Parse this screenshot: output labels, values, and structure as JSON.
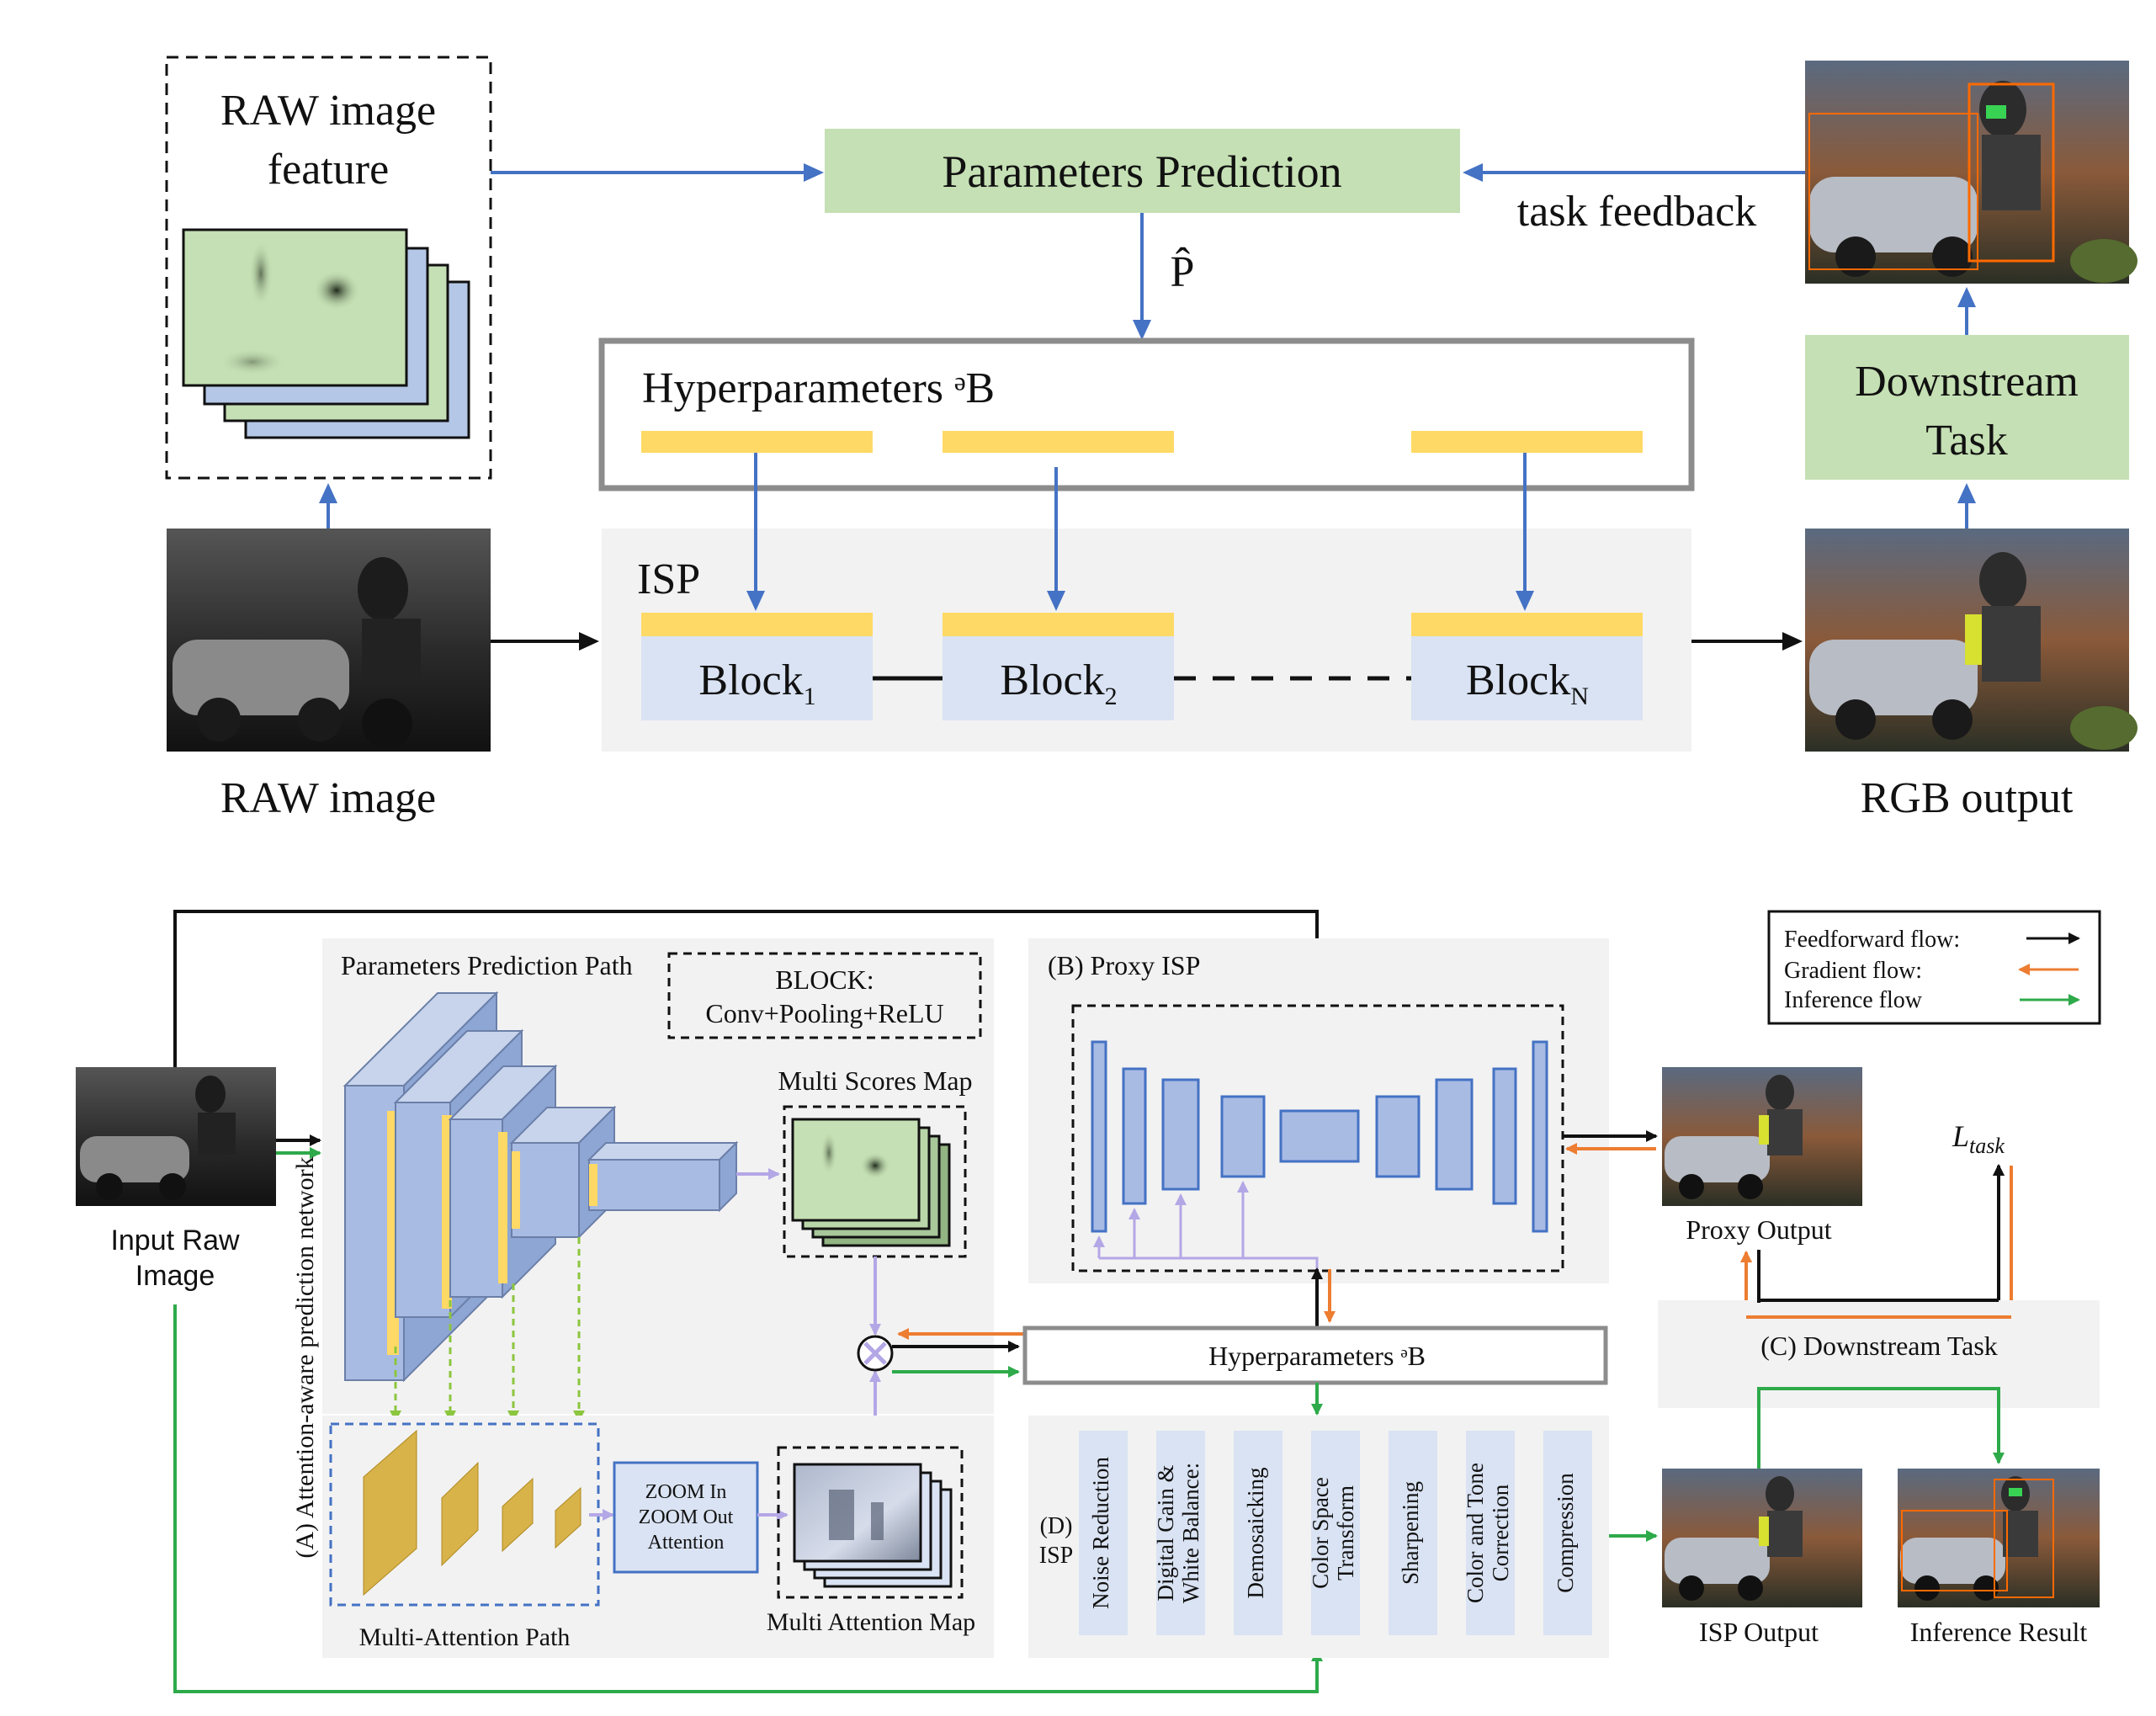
{
  "top": {
    "raw_feature_label_1": "RAW image",
    "raw_feature_label_2": "feature",
    "raw_image_label": "RAW image",
    "params_prediction": "Parameters Prediction",
    "p_hat": "P̂",
    "task_feedback": "task feedback",
    "hyperparameters": "Hyperparameters ᵊB",
    "isp_label": "ISP",
    "block_1": "Block",
    "block_1_sub": "1",
    "block_2": "Block",
    "block_2_sub": "2",
    "block_n": "Block",
    "block_n_sub": "N",
    "downstream_1": "Downstream",
    "downstream_2": "Task",
    "rgb_output": "RGB output"
  },
  "bottom": {
    "input_raw_1": "Input Raw",
    "input_raw_2": "Image",
    "params_path": "Parameters Prediction Path",
    "block_def_1": "BLOCK:",
    "block_def_2": "Conv+Pooling+ReLU",
    "multi_scores": "Multi Scores Map",
    "network_label": "(A) Attention-aware prediction network",
    "zoom_1": "ZOOM In",
    "zoom_2": "ZOOM Out",
    "zoom_3": "Attention",
    "multi_attention_map": "Multi Attention Map",
    "multi_attention_path": "Multi-Attention Path",
    "proxy_isp": "(B) Proxy ISP",
    "hyperparameters": "Hyperparameters ᵊB",
    "isp_d_1": "(D)",
    "isp_d_2": "ISP",
    "isp_blocks": [
      [
        "Noise Reduction"
      ],
      [
        "Digital Gain &",
        "White Balance:"
      ],
      [
        "Demosaicking"
      ],
      [
        "Color Space",
        "Transform"
      ],
      [
        "Sharpening"
      ],
      [
        "Color and Tone",
        "Correction"
      ],
      [
        "Compression"
      ]
    ],
    "legend": {
      "feedforward": "Feedforward flow:",
      "gradient": "Gradient flow:",
      "inference": "Inference flow"
    },
    "l_task": "L",
    "l_task_sub": "task",
    "proxy_output": "Proxy Output",
    "downstream": "(C) Downstream Task",
    "isp_output": "ISP Output",
    "inference_result": "Inference Result"
  },
  "colors": {
    "blue_arrow": "#4472c4",
    "green_box": "#c5e0b4",
    "yellow": "#ffd966",
    "block_blue": "#dae3f3",
    "gray_panel": "#f2f2f2",
    "orange": "#ed7d31",
    "green_flow": "#2eaa4a",
    "purple": "#b4a7e6"
  }
}
